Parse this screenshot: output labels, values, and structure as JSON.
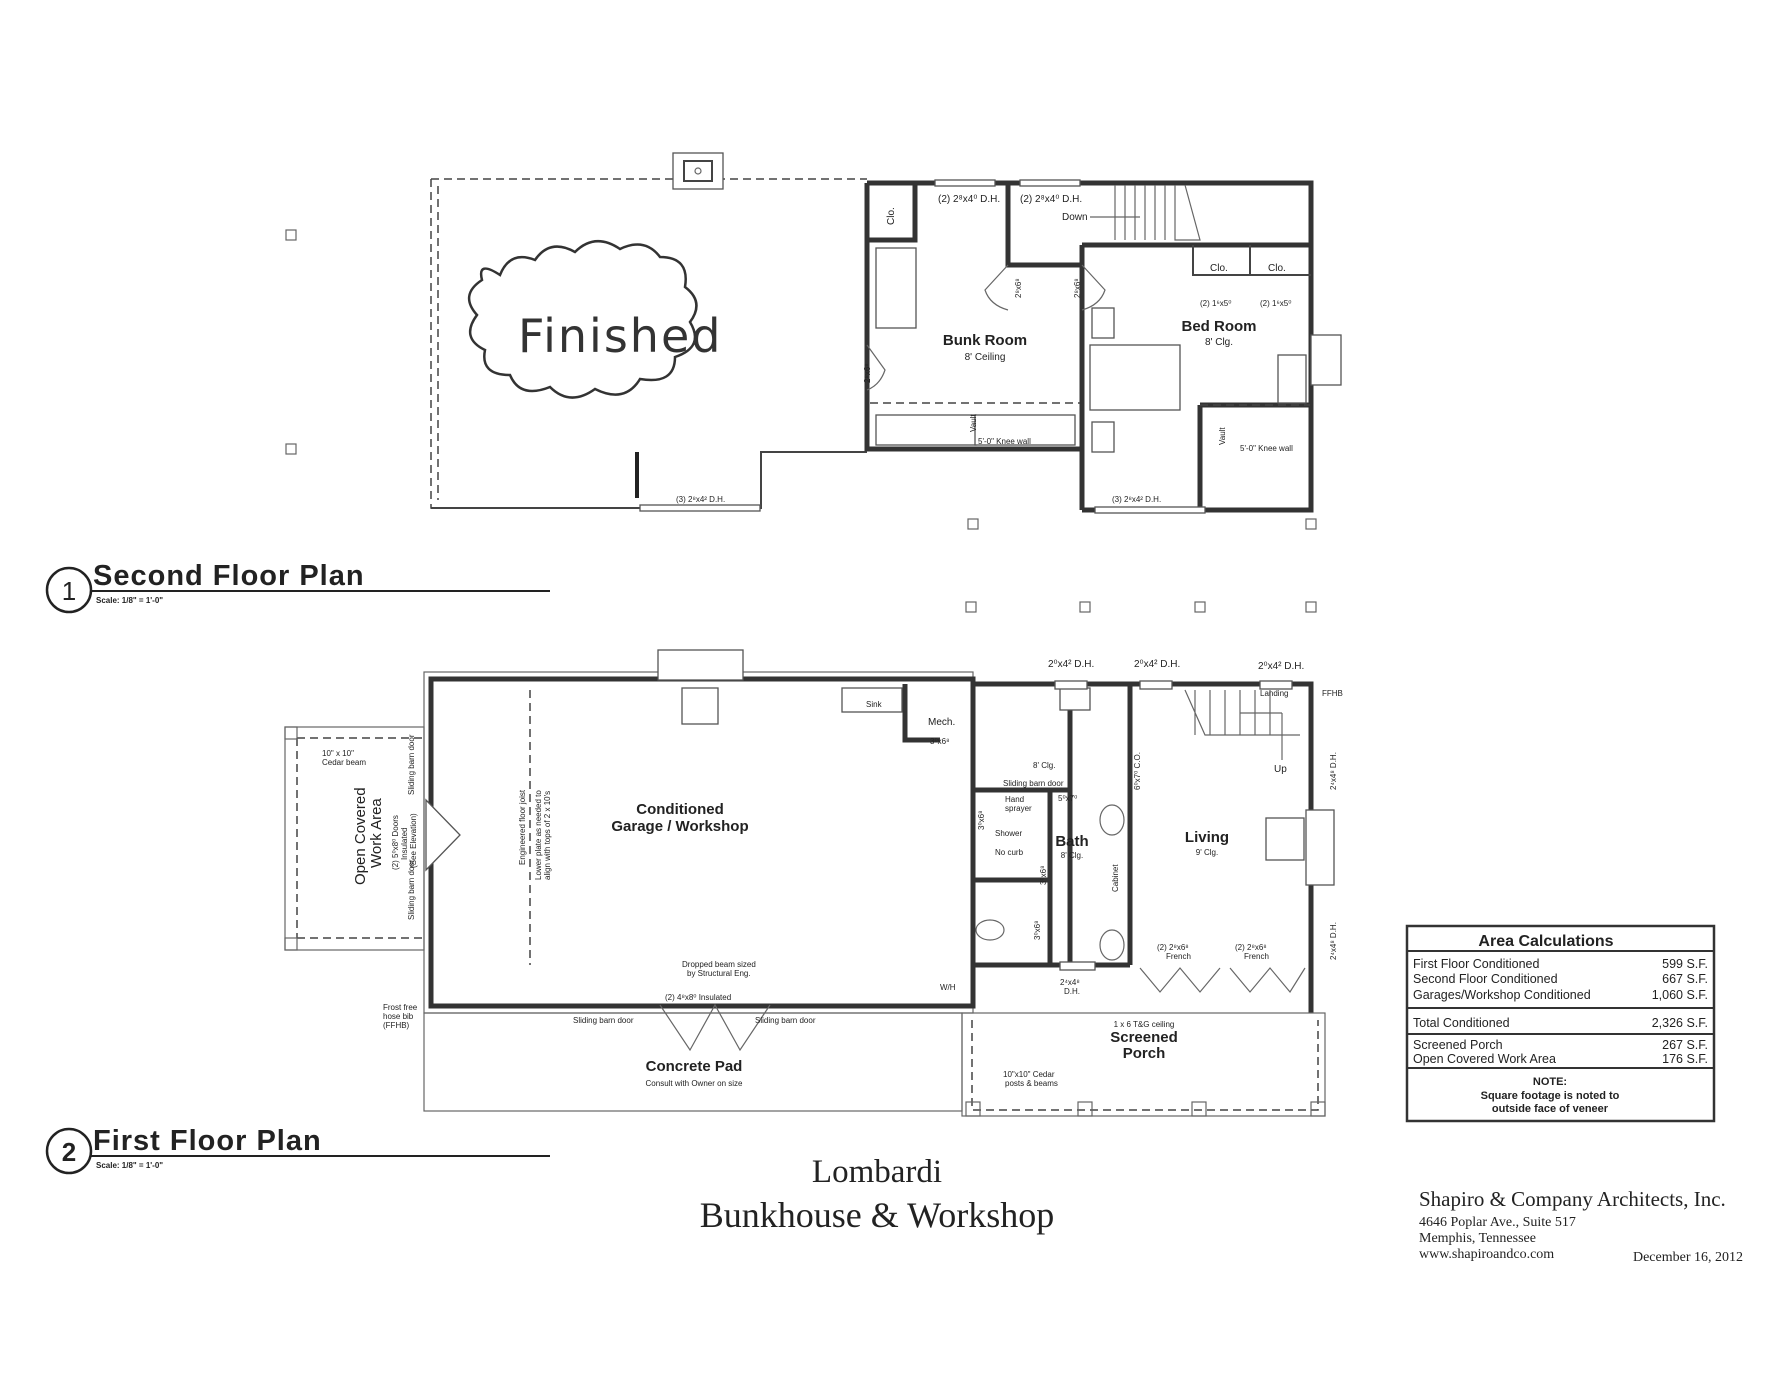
{
  "second_floor": {
    "number": "1",
    "title": "Second Floor Plan",
    "scale": "Scale: 1/8\" = 1'-0\"",
    "finished_note": "Finished",
    "bunk_room": {
      "name": "Bunk Room",
      "ceiling": "8' Ceiling"
    },
    "bed_room": {
      "name": "Bed Room",
      "ceiling": "8' Clg."
    },
    "labels": {
      "win_bunk": "(2) 2⁸x4⁰ D.H.",
      "win_hall": "(2) 2⁸x4⁰ D.H.",
      "down": "Down",
      "clo_bunk": "Clo.",
      "clo_bed_1": "Clo.",
      "clo_bed_2": "Clo.",
      "clo_door_1": "(2) 1⁶x5⁰",
      "clo_door_2": "(2) 1⁶x5⁰",
      "door_1": "2⁸x6⁸",
      "door_2": "2⁸x6⁸",
      "door_3": "2⁸x6⁸",
      "vault_1": "Vault",
      "vault_2": "Vault",
      "knee_1": "5'-0\" Knee wall",
      "knee_2": "5'-0\" Knee wall",
      "win_south_1": "(3) 2⁸x4² D.H.",
      "win_south_2": "(3) 2⁸x4² D.H."
    }
  },
  "first_floor": {
    "number": "2",
    "title": "First Floor Plan",
    "scale": "Scale: 1/8\" = 1'-0\"",
    "garage": {
      "line1": "Conditioned",
      "line2": "Garage / Workshop"
    },
    "open_area": {
      "line1": "Open Covered",
      "line2": "Work Area"
    },
    "labels": {
      "doors_1": "(2) 5⁰x8⁰ Doors",
      "doors_2": "Insulated",
      "doors_3": "(See Elevation)",
      "barn_w1": "Sliding barn door",
      "barn_w2": "Sliding barn door",
      "cedar_beam_1": "10\" x 10\"",
      "cedar_beam_2": "Cedar beam",
      "joist_1": "Engineered floor joist",
      "joist_2": "Lower plate as needed to",
      "joist_3": "align with tops of 2 x 10's",
      "dropped_1": "Dropped beam sized",
      "dropped_2": "by Structural Eng.",
      "garage_doors": "(2) 4⁸x8⁰ Insulated",
      "barn_s1": "Sliding barn door",
      "barn_s2": "Sliding barn door",
      "hose_1": "Frost free",
      "hose_2": "hose bib",
      "hose_3": "(FFHB)",
      "ffhb_right": "FFHB",
      "concrete_pad": "Concrete Pad",
      "concrete_note": "Consult with Owner on size",
      "mech": "Mech.",
      "mech_door": "3⁰x6⁸",
      "sink": "Sink",
      "kitchen_clg": "8' Clg.",
      "kitchen_barn": "Sliding barn door",
      "barn_size": "5⁰x7⁰",
      "hand_sprayer_1": "Hand",
      "hand_sprayer_2": "sprayer",
      "shower": "Shower",
      "no_curb": "No curb",
      "bath": "Bath",
      "bath_clg": "8' Clg.",
      "cabinet": "Cabinet",
      "door_a": "3⁰x6⁸",
      "door_b": "3⁰x6⁸",
      "door_c": "3⁰x6⁸",
      "cased_opening": "6⁰x7⁰ C.O.",
      "win_top_1": "2⁰x4² D.H.",
      "win_top_2": "2⁰x4² D.H.",
      "win_top_3": "2⁰x4² D.H.",
      "landing": "Landing",
      "up": "Up",
      "living": "Living",
      "living_clg": "9' Clg.",
      "win_right_1": "2⁴x4⁸ D.H.",
      "win_right_2": "2⁴x4⁸ D.H.",
      "french_1a": "(2) 2⁸x6⁸",
      "french_1b": "French",
      "french_2a": "(2) 2⁸x6⁸",
      "french_2b": "French",
      "win_bath": "2⁴x4⁸",
      "win_bath_dh": "D.H.",
      "wh": "W/H",
      "porch_ceiling": "1 x 6 T&G ceiling",
      "porch_1": "Screened",
      "porch_2": "Porch",
      "posts_1": "10\"x10\" Cedar",
      "posts_2": "posts & beams"
    }
  },
  "area_calculations": {
    "title": "Area Calculations",
    "rows": [
      {
        "label": "First Floor Conditioned",
        "value": "599 S.F."
      },
      {
        "label": "Second Floor Conditioned",
        "value": "667 S.F."
      },
      {
        "label": "Garages/Workshop Conditioned",
        "value": "1,060 S.F."
      }
    ],
    "total": {
      "label": "Total Conditioned",
      "value": "2,326 S.F."
    },
    "extra_rows": [
      {
        "label": "Screened Porch",
        "value": "267 S.F."
      },
      {
        "label": "Open Covered Work Area",
        "value": "176 S.F."
      }
    ],
    "note_title": "NOTE:",
    "note_line1": "Square footage is noted to",
    "note_line2": "outside face of veneer"
  },
  "project": {
    "client": "Lombardi",
    "name": "Bunkhouse & Workshop"
  },
  "firm": {
    "name": "Shapiro & Company Architects, Inc.",
    "address": "4646 Poplar Ave., Suite 517",
    "city": "Memphis, Tennessee",
    "website": "www.shapiroandco.com",
    "date": "December 16, 2012"
  }
}
